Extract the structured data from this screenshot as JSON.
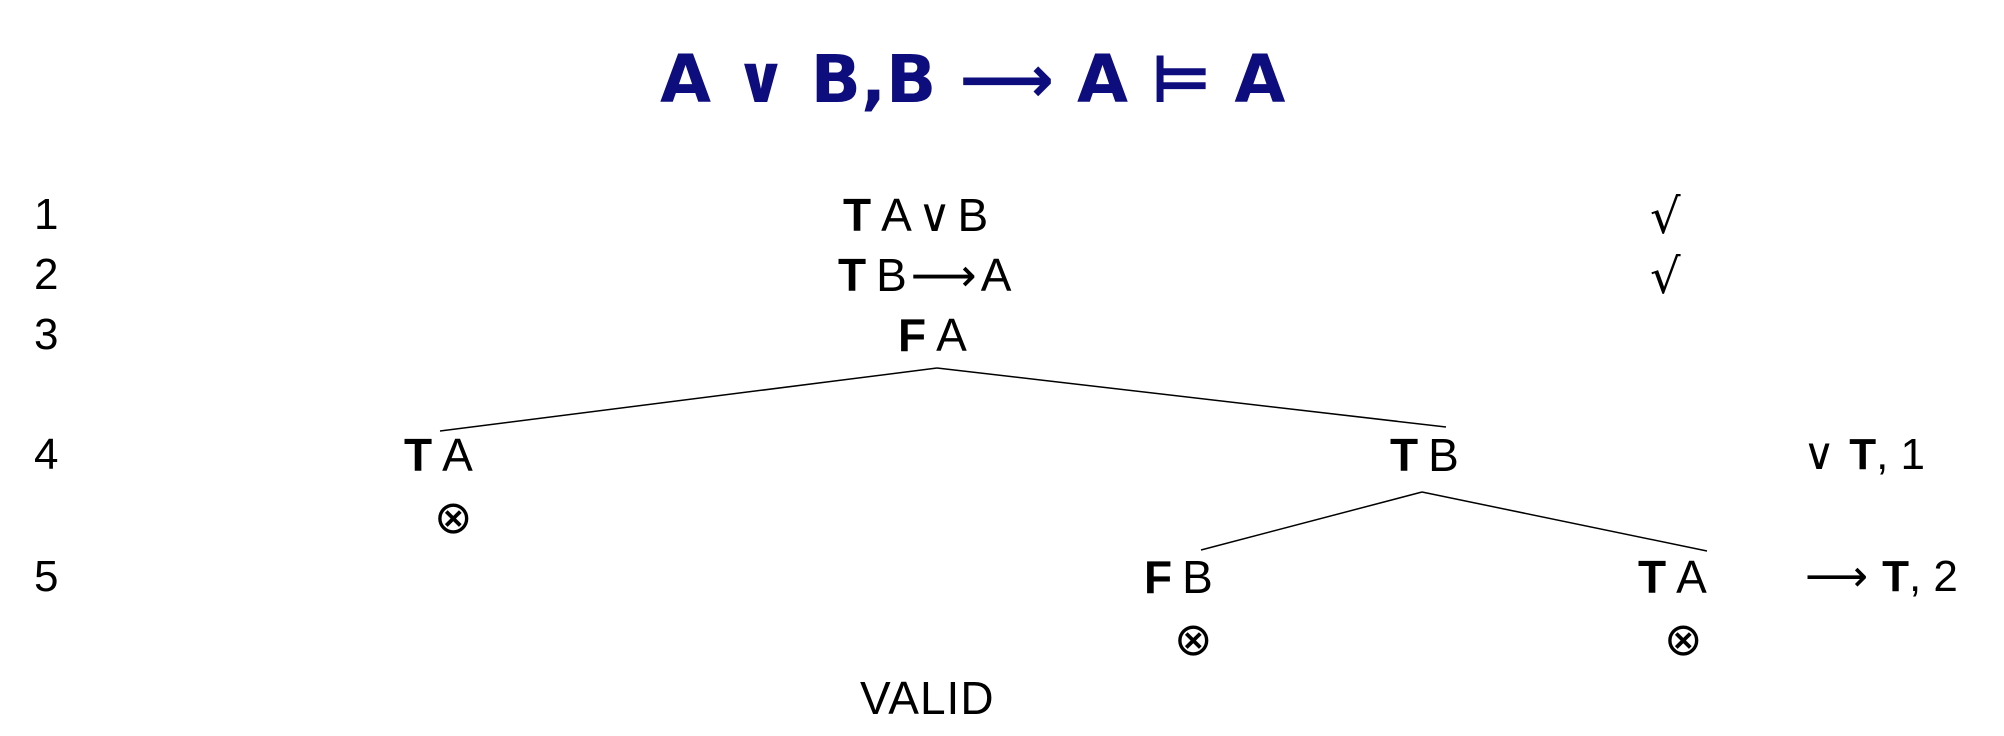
{
  "title": {
    "left": "A",
    "join1": "∨",
    "middle": "B,B",
    "arrow": "⟶",
    "right": "A",
    "entails": "⊨",
    "conclusion": "A"
  },
  "rows": [
    {
      "num": "1"
    },
    {
      "num": "2"
    },
    {
      "num": "3"
    },
    {
      "num": "4"
    },
    {
      "num": "5"
    }
  ],
  "nodes": {
    "n1": {
      "sign": "T",
      "a": "A",
      "op": "∨",
      "b": "B"
    },
    "n2": {
      "sign": "T",
      "a": "B",
      "op": "⟶",
      "b": "A"
    },
    "n3": {
      "sign": "F",
      "a": "A"
    },
    "n4_left": {
      "sign": "T",
      "a": "A"
    },
    "n4_right": {
      "sign": "T",
      "a": "B"
    },
    "n5_left": {
      "sign": "F",
      "a": "B"
    },
    "n5_right": {
      "sign": "T",
      "a": "A"
    }
  },
  "checks": {
    "row1": "√",
    "row2": "√"
  },
  "closures": {
    "symbol": "⊗"
  },
  "rules": {
    "row4": {
      "op": "∨",
      "sign": "T",
      "ref": ", 1"
    },
    "row5": {
      "op": "⟶",
      "sign": "T",
      "ref": ", 2"
    }
  },
  "verdict": "VALID"
}
